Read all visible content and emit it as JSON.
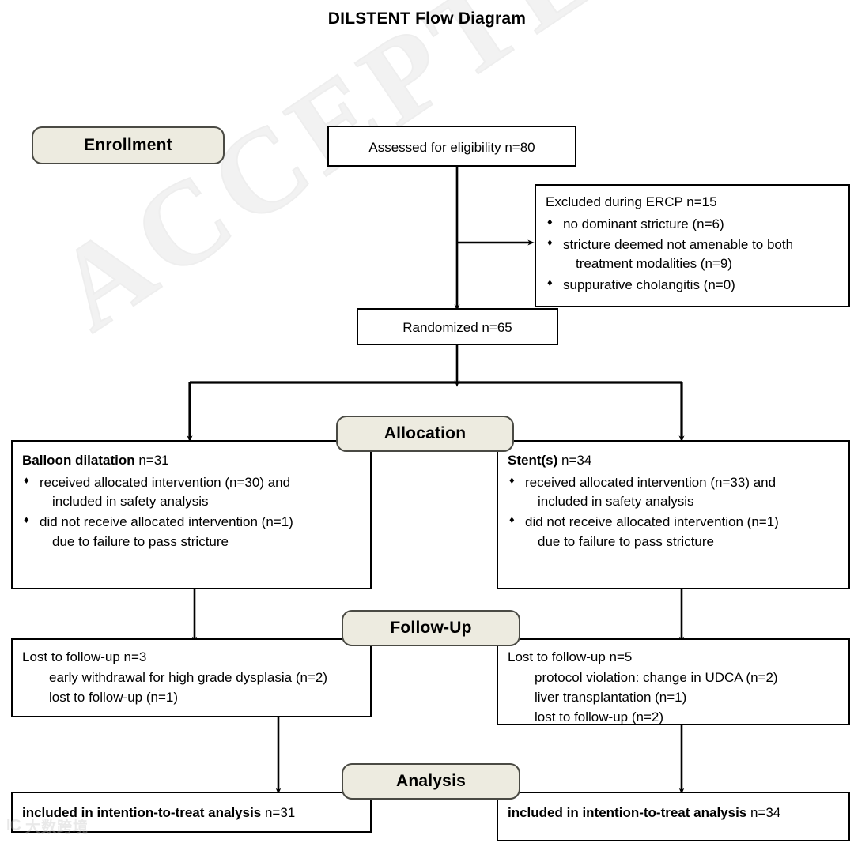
{
  "title": "DILSTENT Flow Diagram",
  "watermarks": {
    "diagonal": "ACCEPTED MANUSCRIPT",
    "logo_mark": "IC",
    "logo_text": "大数跨境"
  },
  "stages": {
    "enrollment": "Enrollment",
    "allocation": "Allocation",
    "followup": "Follow-Up",
    "analysis": "Analysis"
  },
  "nodes": {
    "assessed": {
      "text": "Assessed for eligibility n=80"
    },
    "excluded": {
      "header": "Excluded during ERCP n=15",
      "bullets": [
        {
          "text": "no dominant stricture (n=6)"
        },
        {
          "text": "stricture deemed not amenable to both",
          "cont": "treatment modalities (n=9)"
        },
        {
          "text": "suppurative cholangitis (n=0)"
        }
      ]
    },
    "randomized": {
      "text": "Randomized n=65"
    },
    "alloc_left": {
      "header_bold": "Balloon dilatation",
      "header_rest": " n=31",
      "bullets": [
        {
          "text": "received allocated intervention (n=30) and",
          "cont": "included in safety analysis"
        },
        {
          "text": "did not receive allocated intervention (n=1)",
          "cont": "due to failure to pass stricture"
        }
      ]
    },
    "alloc_right": {
      "header_bold": "Stent(s)",
      "header_rest": " n=34",
      "bullets": [
        {
          "text": "received allocated intervention (n=33) and",
          "cont": "included in safety analysis"
        },
        {
          "text": "did not receive allocated intervention (n=1)",
          "cont": "due to failure to pass stricture"
        }
      ]
    },
    "followup_left": {
      "header": "Lost to follow-up n=3",
      "items": [
        "early withdrawal for high grade dysplasia (n=2)",
        "lost to follow-up (n=1)"
      ]
    },
    "followup_right": {
      "header": "Lost to follow-up n=5",
      "items": [
        "protocol violation: change in UDCA (n=2)",
        "liver transplantation (n=1)",
        "lost to follow-up (n=2)"
      ]
    },
    "analysis_left": {
      "bold": "included in intention-to-treat analysis",
      "rest": " n=31"
    },
    "analysis_right": {
      "bold": "included in intention-to-treat analysis",
      "rest": " n=34"
    }
  },
  "glyphs": {
    "diamond": "♦"
  },
  "colors": {
    "pill_fill": "#edebe0",
    "pill_border": "#4a4a44",
    "box_border": "#000000",
    "text": "#000000"
  }
}
